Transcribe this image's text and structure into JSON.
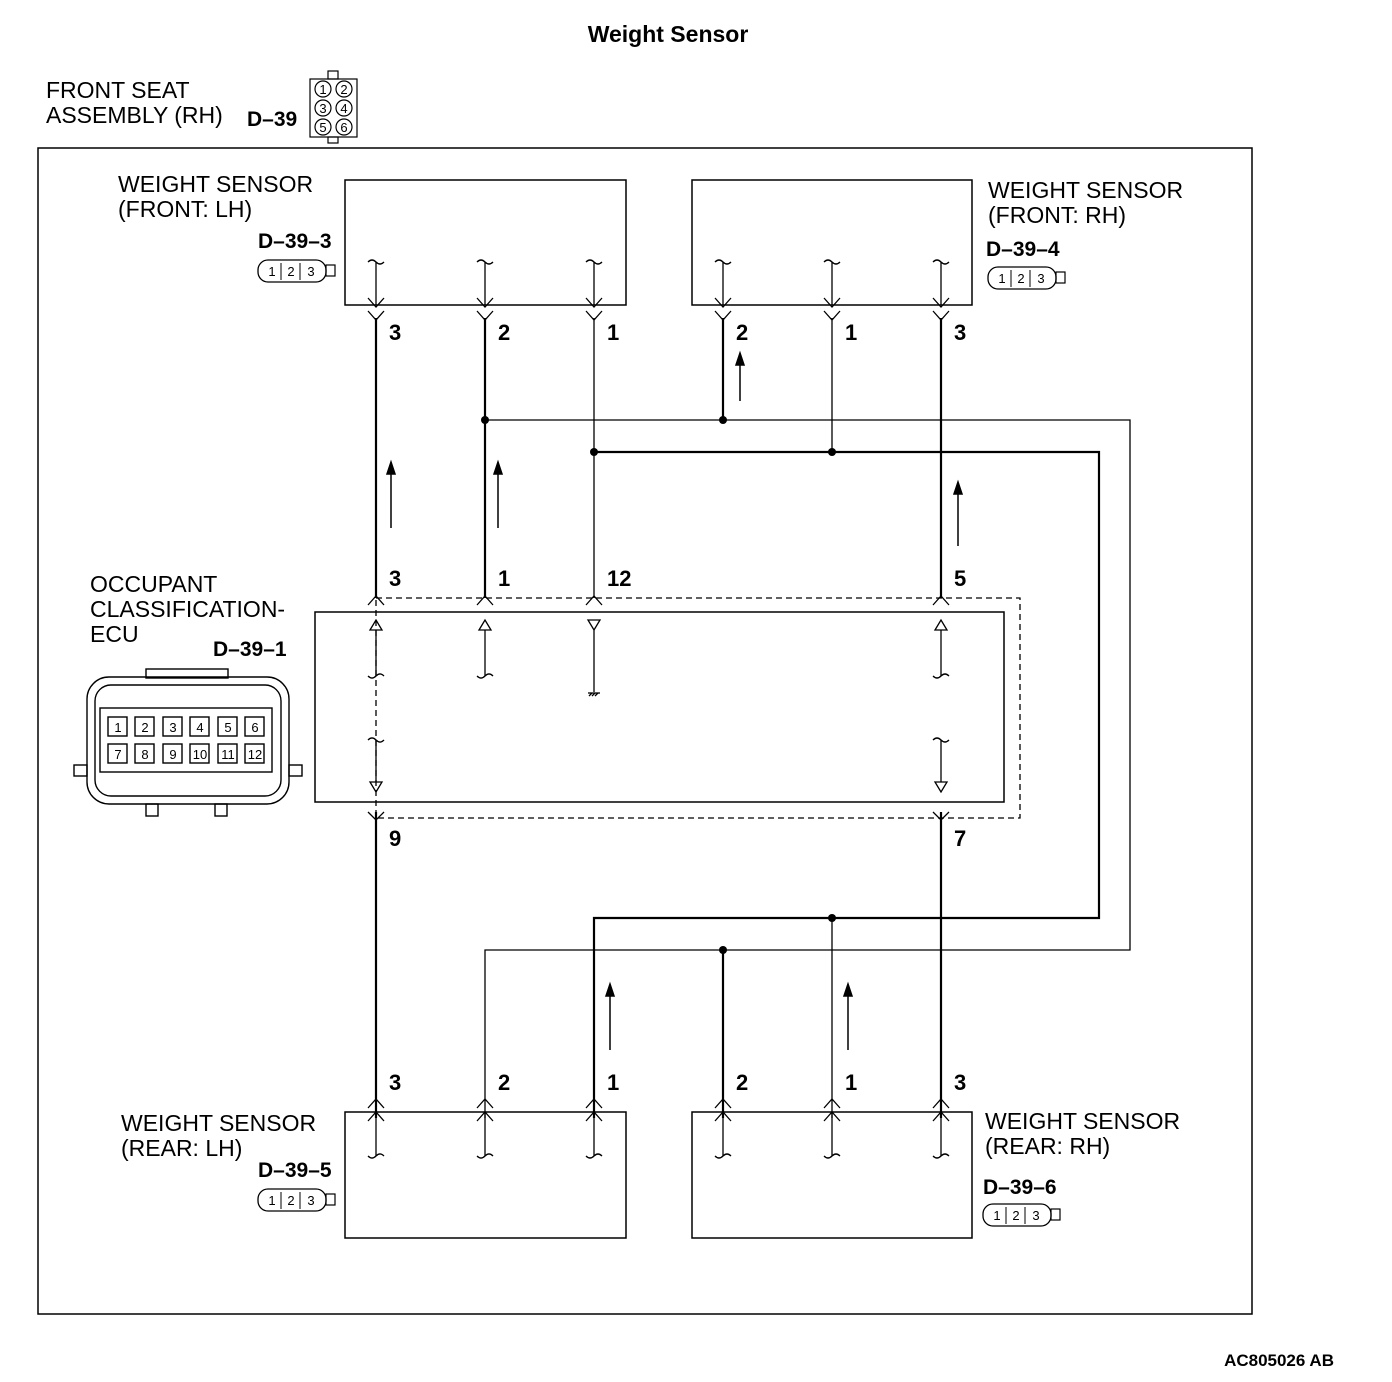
{
  "title": "Weight Sensor",
  "assembly": {
    "label_line1": "FRONT SEAT",
    "label_line2": "ASSEMBLY (RH)",
    "connector": "D–39",
    "pins": [
      "1",
      "2",
      "3",
      "4",
      "5",
      "6"
    ]
  },
  "sensors": {
    "front_lh": {
      "line1": "WEIGHT SENSOR",
      "line2": "(FRONT: LH)",
      "connector": "D–39–3",
      "pins": [
        "3",
        "2",
        "1"
      ]
    },
    "front_rh": {
      "line1": "WEIGHT SENSOR",
      "line2": "(FRONT: RH)",
      "connector": "D–39–4",
      "pins": [
        "2",
        "1",
        "3"
      ]
    },
    "rear_lh": {
      "line1": "WEIGHT SENSOR",
      "line2": "(REAR: LH)",
      "connector": "D–39–5",
      "pins": [
        "3",
        "2",
        "1"
      ]
    },
    "rear_rh": {
      "line1": "WEIGHT SENSOR",
      "line2": "(REAR: RH)",
      "connector": "D–39–6",
      "pins": [
        "2",
        "1",
        "3"
      ]
    }
  },
  "plug_pins": [
    "1",
    "2",
    "3"
  ],
  "ecu": {
    "line1": "OCCUPANT",
    "line2": "CLASSIFICATION-",
    "line3": "ECU",
    "connector": "D–39–1",
    "top_pins": [
      "3",
      "1",
      "12",
      "5"
    ],
    "bottom_pins": [
      "9",
      "7"
    ],
    "grid_row1": [
      "1",
      "2",
      "3",
      "4",
      "5",
      "6"
    ],
    "grid_row2": [
      "7",
      "8",
      "9",
      "10",
      "11",
      "12"
    ]
  },
  "ref_code": "AC805026 AB"
}
